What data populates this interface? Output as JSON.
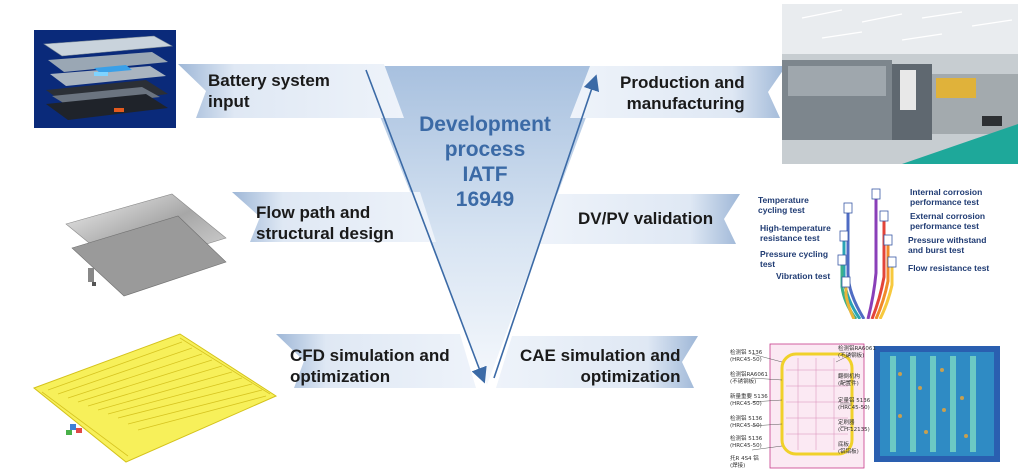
{
  "center": {
    "lines": [
      "Development",
      "process",
      "IATF",
      "16949"
    ]
  },
  "stages": {
    "battery_input": "Battery system\ninput",
    "flow_path": "Flow path and\nstructural design",
    "cfd": "CFD simulation and\noptimization",
    "production": "Production and\nmanufacturing",
    "dvpv": "DV/PV validation",
    "cae": "CAE simulation and\noptimization"
  },
  "validation_tests": {
    "left": [
      "Temperature\ncycling test",
      "High-temperature\nresistance test",
      "Pressure cycling\ntest",
      "Vibration test"
    ],
    "right": [
      "Internal corrosion\nperformance test",
      "External corrosion\nperformance test",
      "Pressure withstand\nand burst test",
      "Flow resistance test"
    ]
  },
  "cae_annotations": {
    "left": [
      "检测铝 5136\n(HRC45-50)",
      "检测铝RA6061\n(不锈钢板)",
      "新量重要 5136\n(HRC45-50)",
      "检测铝 5136\n(HRC45-50)",
      "检测铝 5136\n(HRC45-50)",
      "托R 4S4 铝\n(焊接)"
    ],
    "right": [
      "检测铝RA6061\n(不锈钢板)",
      "翻倒机构\n(配置件)",
      "定量铝 5136\n(HRC45-50)",
      "定刷器\n(CH-12135)",
      "底板\n(铝铝板)"
    ]
  },
  "colors": {
    "accent": "#3b6aa6",
    "ribbon_light": "#e4edf7",
    "ribbon_dark": "#9fb8d8",
    "triangle_top": "#a9c1de",
    "triangle_bottom": "#f4f7fb"
  }
}
